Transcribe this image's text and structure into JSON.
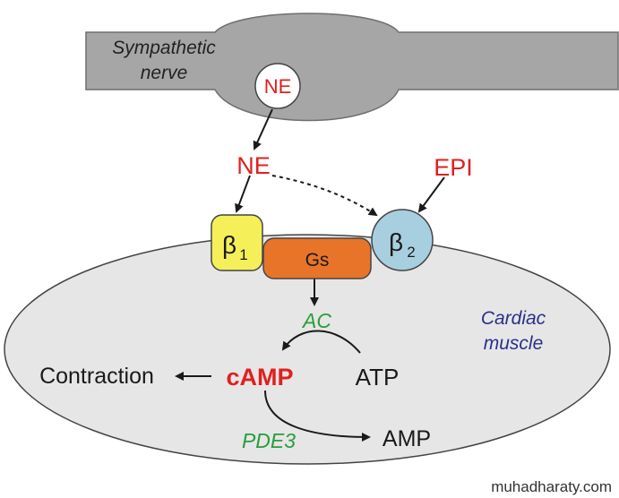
{
  "nerve": {
    "label_line1": "Sympathetic",
    "label_line2": "nerve",
    "vesicle_label": "NE"
  },
  "ne_released": "NE",
  "epi": "EPI",
  "receptors": {
    "beta1": {
      "symbol": "β",
      "subscript": "1"
    },
    "beta2": {
      "symbol": "β",
      "subscript": "2"
    }
  },
  "gs": "Gs",
  "ac": "AC",
  "camp": "cAMP",
  "atp": "ATP",
  "contraction": "Contraction",
  "pde3": "PDE3",
  "amp": "AMP",
  "muscle": {
    "line1": "Cardiac",
    "line2": "muscle"
  },
  "watermark": "muhadharaty.com",
  "colors": {
    "red": "#e02020",
    "green": "#2a9d3a",
    "navy": "#2b2f8a",
    "gray_fill": "#a6a6a6",
    "cell_fill": "#e6e6e6",
    "beta1_fill": "#f5ef5a",
    "beta2_fill": "#a8cfe0",
    "gs_fill": "#e8742a"
  }
}
